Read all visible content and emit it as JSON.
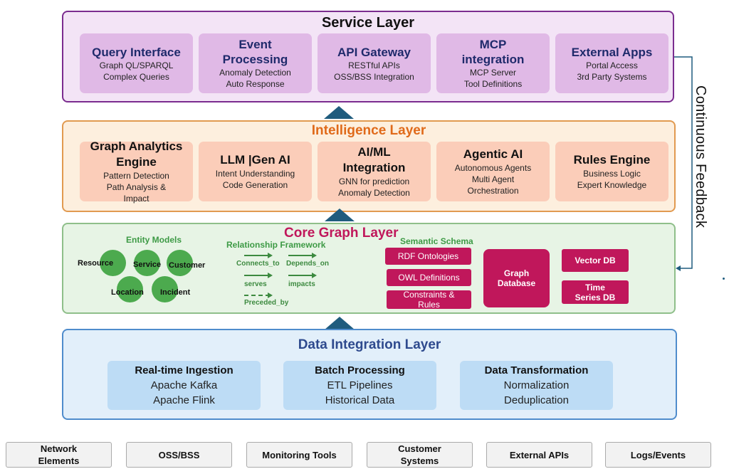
{
  "service_layer": {
    "title": "Service Layer",
    "items": [
      {
        "title": "Query Interface",
        "lines": [
          "Graph QL/SPARQL",
          "Complex Queries"
        ]
      },
      {
        "title": "Event Processing",
        "lines": [
          "Anomaly Detection",
          "Auto Response"
        ]
      },
      {
        "title": "API Gateway",
        "lines": [
          "RESTful APIs",
          "OSS/BSS Integration"
        ]
      },
      {
        "title": "MCP integration",
        "lines": [
          "MCP Server",
          "Tool Definitions"
        ]
      },
      {
        "title": "External Apps",
        "lines": [
          "Portal Access",
          "3rd Party Systems"
        ]
      }
    ]
  },
  "intelligence_layer": {
    "title": "Intelligence Layer",
    "items": [
      {
        "title": "Graph Analytics Engine",
        "lines": [
          "Pattern Detection",
          "Path Analysis & Impact"
        ]
      },
      {
        "title": "LLM |Gen AI",
        "lines": [
          "Intent Understanding",
          "Code Generation"
        ]
      },
      {
        "title": "AI/ML Integration",
        "lines": [
          "GNN for prediction",
          "Anomaly Detection"
        ]
      },
      {
        "title": "Agentic AI",
        "lines": [
          "Autonomous Agents",
          "Multi Agent",
          "Orchestration"
        ]
      },
      {
        "title": "Rules Engine",
        "lines": [
          "Business Logic",
          "Expert Knowledge"
        ]
      }
    ]
  },
  "core_graph_layer": {
    "title": "Core Graph Layer",
    "entity_models": {
      "title": "Entity Models",
      "entities": [
        "Resource",
        "Service",
        "Customer",
        "Location",
        "Incident"
      ]
    },
    "relationship_framework": {
      "title": "Relationship Framework",
      "relations": [
        {
          "label": "Connects_to",
          "style": "solid"
        },
        {
          "label": "Depends_on",
          "style": "solid"
        },
        {
          "label": "serves",
          "style": "solid"
        },
        {
          "label": "impacts",
          "style": "solid"
        },
        {
          "label": "Preceded_by",
          "style": "dashed"
        }
      ]
    },
    "semantic_schema": {
      "title": "Semantic Schema",
      "items": [
        "RDF Ontologies",
        "OWL Definitions",
        "Constraints & Rules"
      ]
    },
    "stores": [
      "Graph Database",
      "Vector DB",
      "Time Series DB"
    ]
  },
  "data_integration_layer": {
    "title": "Data Integration Layer",
    "items": [
      {
        "title": "Real-time Ingestion",
        "lines": [
          "Apache Kafka",
          "Apache Flink"
        ]
      },
      {
        "title": "Batch Processing",
        "lines": [
          "ETL Pipelines",
          "Historical Data"
        ]
      },
      {
        "title": "Data Transformation",
        "lines": [
          "Normalization",
          "Deduplication"
        ]
      }
    ]
  },
  "sources": [
    "Network Elements",
    "OSS/BSS",
    "Monitoring Tools",
    "Customer Systems",
    "External APIs",
    "Logs/Events"
  ],
  "feedback_label": "Continuous Feedback",
  "colors": {
    "service_border": "#7b2c8f",
    "intelligence_title": "#e06a1a",
    "core_title": "#c0175b",
    "data_title": "#2e4a8e",
    "arrow": "#1f5c7e"
  }
}
